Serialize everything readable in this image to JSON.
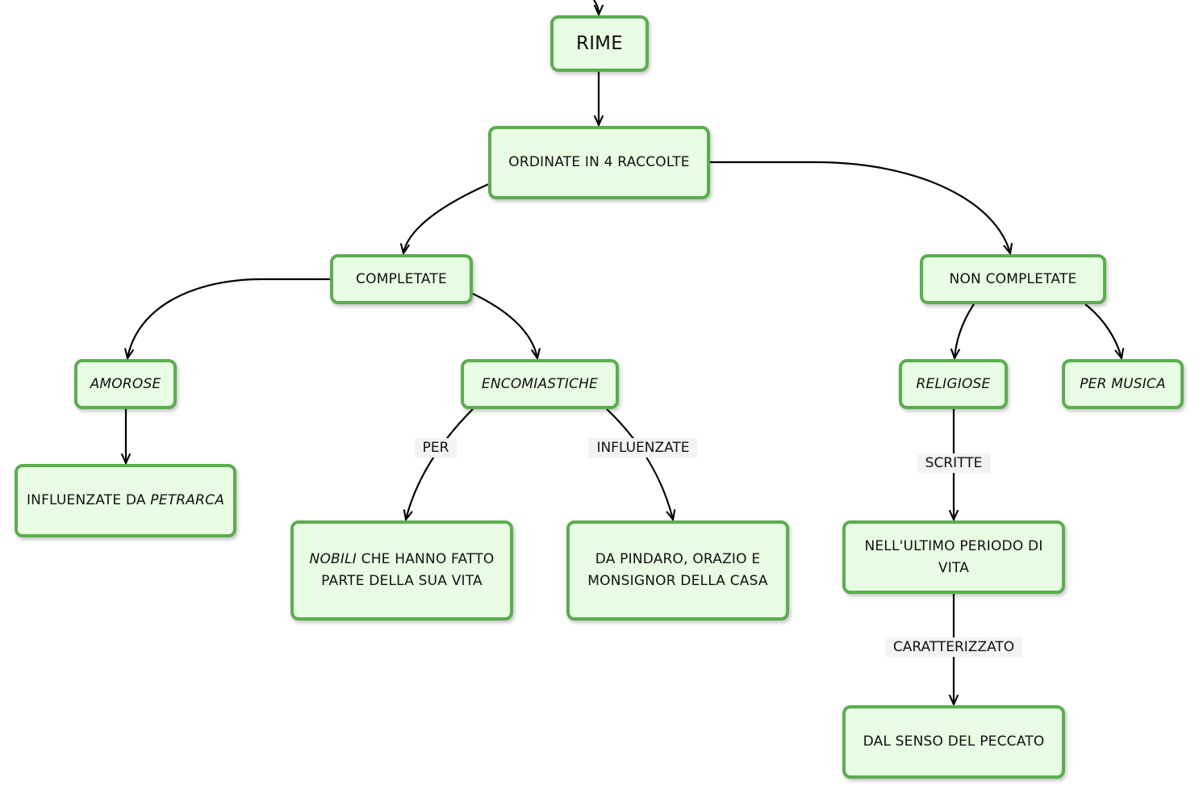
{
  "nodes": {
    "rime": "RIME",
    "ordinate": "ORDINATE IN 4 RACCOLTE",
    "completate": "COMPLETATE",
    "non_completate": "NON COMPLETATE",
    "amorose": "AMOROSE",
    "encomiastiche": "ENCOMIASTICHE",
    "religiose": "RELIGIOSE",
    "per_musica": "PER MUSICA",
    "influenzate_petrarca": {
      "prefix": "INFLUENZATE DA ",
      "emph": "PETRARCA"
    },
    "nobili": {
      "emph": "NOBILI",
      "line1_rest": " CHE HANNO FATTO",
      "line2": "PARTE DELLA SUA VITA"
    },
    "pindaro": {
      "line1": "DA PINDARO, ORAZIO E",
      "line2": "MONSIGNOR DELLA CASA"
    },
    "ultimo_periodo": {
      "line1": "NELL'ULTIMO PERIODO DI",
      "line2": "VITA"
    },
    "senso_peccato": "DAL SENSO DEL PECCATO"
  },
  "edge_labels": {
    "per": "PER",
    "influenzate": "INFLUENZATE",
    "scritte": "SCRITTE",
    "caratterizzato": "CARATTERIZZATO"
  },
  "colors": {
    "node_border": "#5aae4e",
    "node_fill": "#e8fde4",
    "edge": "#000000",
    "edge_label_bg": "#f1f3f4"
  }
}
